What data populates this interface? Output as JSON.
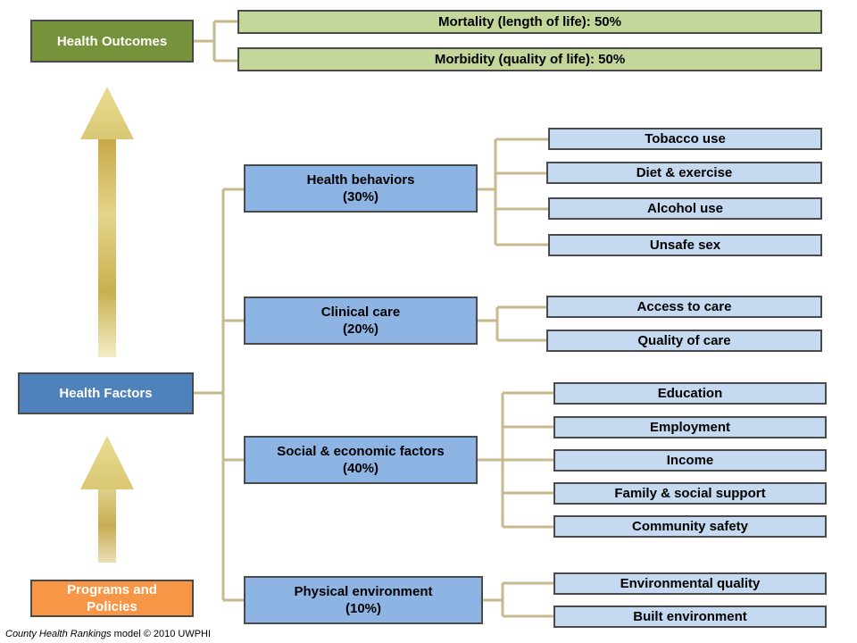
{
  "outcomes": {
    "title": "Health Outcomes",
    "items": [
      "Mortality (length of life): 50%",
      "Morbidity (quality of life): 50%"
    ]
  },
  "factors": {
    "title": "Health Factors",
    "groups": [
      {
        "label": "Health behaviors",
        "weight": "(30%)",
        "items": [
          "Tobacco use",
          "Diet & exercise",
          "Alcohol use",
          "Unsafe sex"
        ]
      },
      {
        "label": "Clinical care",
        "weight": "(20%)",
        "items": [
          "Access to care",
          "Quality of care"
        ]
      },
      {
        "label": "Social & economic factors",
        "weight": "(40%)",
        "items": [
          "Education",
          "Employment",
          "Income",
          "Family & social support",
          "Community safety"
        ]
      },
      {
        "label": "Physical environment",
        "weight": "(10%)",
        "items": [
          "Environmental quality",
          "Built environment"
        ]
      }
    ]
  },
  "programs": {
    "line1": "Programs and",
    "line2": "Policies"
  },
  "footer": {
    "italic": "County Health Rankings",
    "rest": " model © 2010 UWPHI"
  },
  "colors": {
    "outcomes_green": "#76933c",
    "outcome_bar": "#c4d79b",
    "factor_blue": "#8db4e2",
    "sub_blue": "#c5d9f1",
    "health_factors_blue": "#4f81bd",
    "programs_orange": "#f79646",
    "connector": "#c9b98f"
  }
}
